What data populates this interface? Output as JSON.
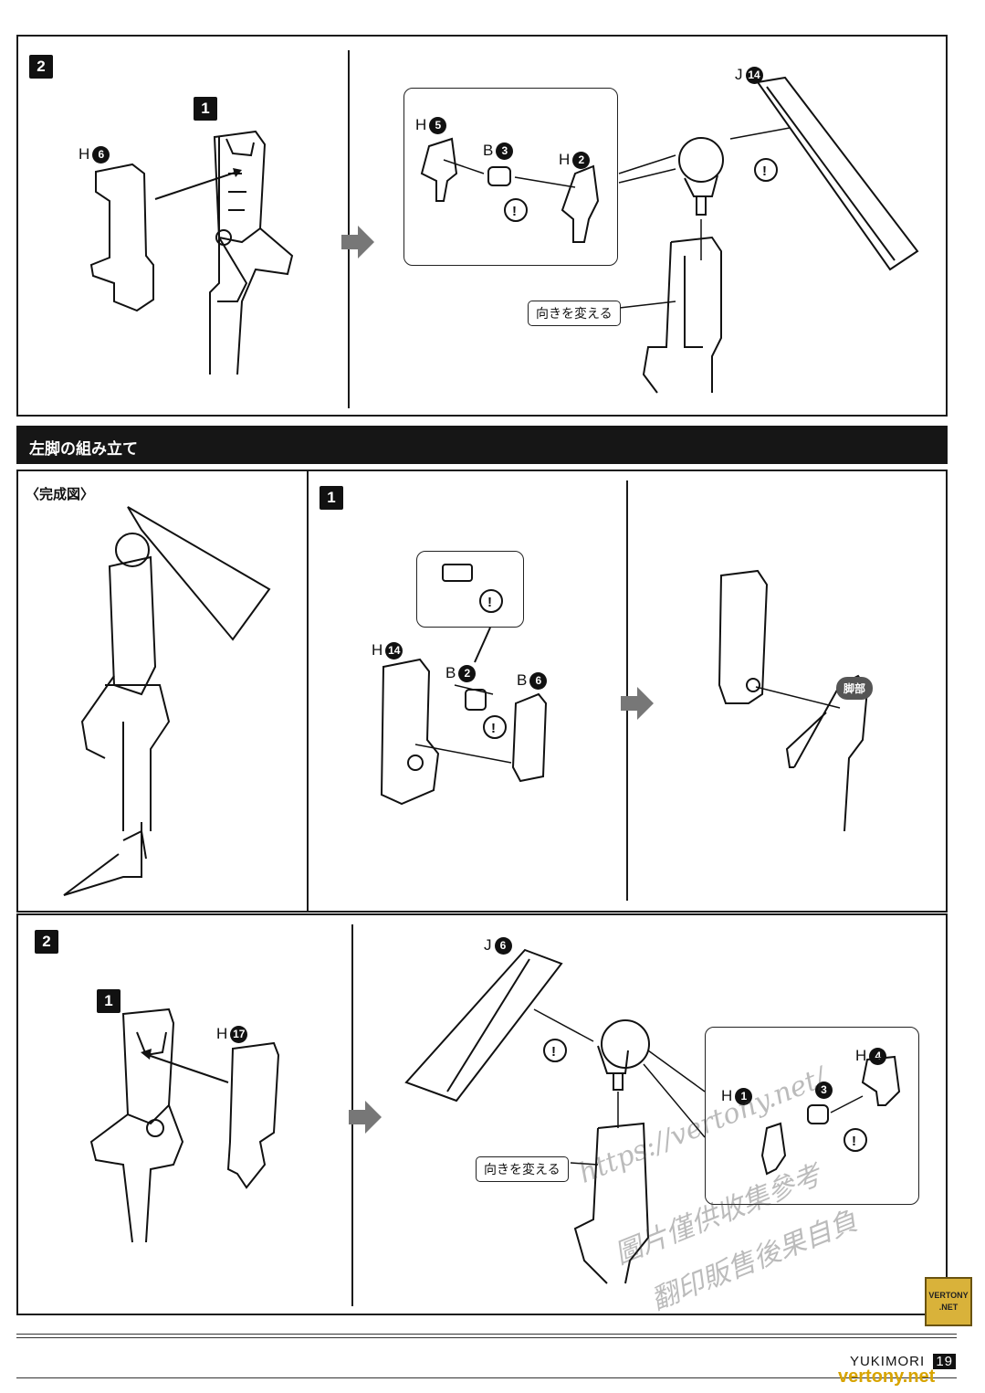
{
  "top_panel": {
    "step": "2",
    "left": {
      "sub_step": "1",
      "part_h6": {
        "letter": "H",
        "num": "6"
      }
    },
    "right": {
      "part_j14": {
        "letter": "J",
        "num": "14"
      },
      "part_h5": {
        "letter": "H",
        "num": "5"
      },
      "part_b3": {
        "letter": "B",
        "num": "3"
      },
      "part_h2": {
        "letter": "H",
        "num": "2"
      },
      "note": "向きを変える",
      "caution": "!"
    }
  },
  "section": {
    "title": "左脚の組み立て",
    "completed": "〈完成図〉",
    "step1": {
      "step": "1",
      "part_h14": {
        "letter": "H",
        "num": "14"
      },
      "part_b2": {
        "letter": "B",
        "num": "2"
      },
      "part_b6": {
        "letter": "B",
        "num": "6"
      },
      "caution": "!",
      "leg_tag": "脚部"
    }
  },
  "bottom_panel": {
    "step": "2",
    "left": {
      "sub_step": "1",
      "part_h17": {
        "letter": "H",
        "num": "17"
      }
    },
    "right": {
      "part_j6": {
        "letter": "J",
        "num": "6"
      },
      "part_h4": {
        "letter": "H",
        "num": "4"
      },
      "part_h1": {
        "letter": "H",
        "num": "1"
      },
      "part_3": {
        "num": "3"
      },
      "note": "向きを変える",
      "caution": "!"
    }
  },
  "watermark": {
    "url": "https://vertony.net/",
    "line2": "圖片僅供收集參考",
    "line3": "翻印販售後果自負",
    "bottom": "vertony.net"
  },
  "logo": {
    "line1": "VERTONY",
    "line2": ".NET"
  },
  "footer": {
    "brand": "YUKIMORI",
    "page": "19"
  }
}
